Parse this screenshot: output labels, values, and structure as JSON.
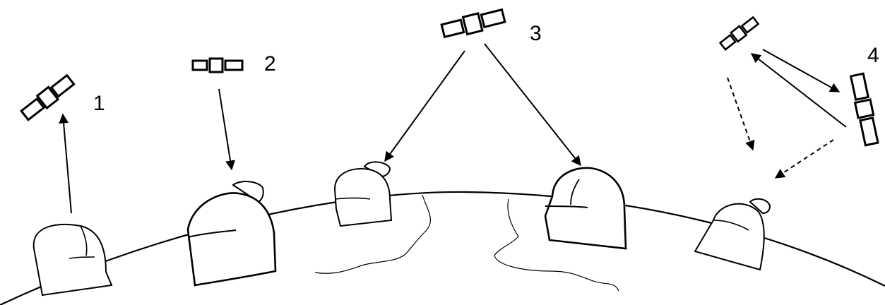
{
  "labels": {
    "one": "1",
    "two": "2",
    "three": "3",
    "four": "4"
  },
  "colors": {
    "stroke": "#000000",
    "background": "#ffffff"
  }
}
